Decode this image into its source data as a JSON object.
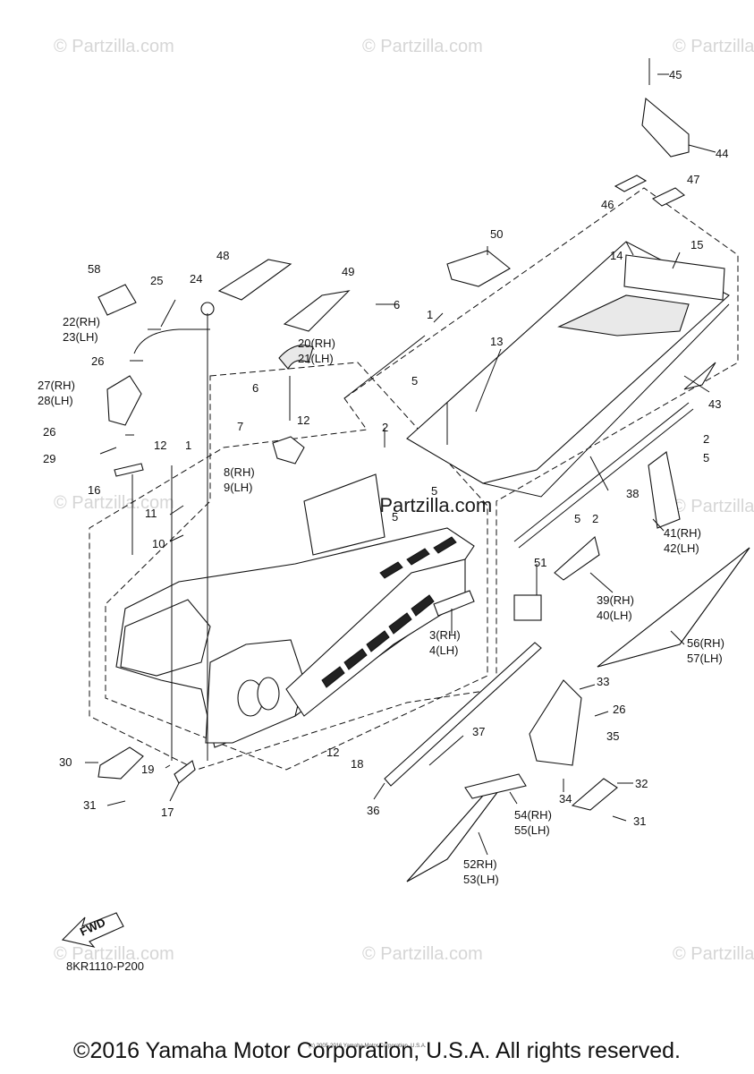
{
  "diagram_code": "8KR1110-P200",
  "copyright": "©2016 Yamaha Motor Corporation, U.S.A. All rights reserved.",
  "fine_print": "(c) 2005-2016 Yamaha Motor Corporation, U.S.A.",
  "watermark": "© Partzilla.com",
  "center_watermark": "© Partzilla.com",
  "fwd_label": "FWD",
  "callouts": [
    {
      "id": "c45",
      "text": "45"
    },
    {
      "id": "c44",
      "text": "44"
    },
    {
      "id": "c46",
      "text": "46"
    },
    {
      "id": "c47",
      "text": "47"
    },
    {
      "id": "c50",
      "text": "50"
    },
    {
      "id": "c14",
      "text": "14"
    },
    {
      "id": "c15",
      "text": "15"
    },
    {
      "id": "c48",
      "text": "48"
    },
    {
      "id": "c49",
      "text": "49"
    },
    {
      "id": "c58",
      "text": "58"
    },
    {
      "id": "c25",
      "text": "25"
    },
    {
      "id": "c24",
      "text": "24"
    },
    {
      "id": "c6a",
      "text": "6"
    },
    {
      "id": "c1a",
      "text": "1"
    },
    {
      "id": "c13",
      "text": "13"
    },
    {
      "id": "c22",
      "text": "22(RH)"
    },
    {
      "id": "c23",
      "text": "23(LH)"
    },
    {
      "id": "c20",
      "text": "20(RH)"
    },
    {
      "id": "c21",
      "text": "21(LH)"
    },
    {
      "id": "c26a",
      "text": "26"
    },
    {
      "id": "c5a",
      "text": "5"
    },
    {
      "id": "c43",
      "text": "43"
    },
    {
      "id": "c27",
      "text": "27(RH)"
    },
    {
      "id": "c28",
      "text": "28(LH)"
    },
    {
      "id": "c6b",
      "text": "6"
    },
    {
      "id": "c7",
      "text": "7"
    },
    {
      "id": "c12a",
      "text": "12"
    },
    {
      "id": "c2a",
      "text": "2"
    },
    {
      "id": "c26b",
      "text": "26"
    },
    {
      "id": "c29",
      "text": "29"
    },
    {
      "id": "c12b",
      "text": "12"
    },
    {
      "id": "c1b",
      "text": "1"
    },
    {
      "id": "c2b",
      "text": "2"
    },
    {
      "id": "c5b",
      "text": "5"
    },
    {
      "id": "c8",
      "text": "8(RH)"
    },
    {
      "id": "c9",
      "text": "9(LH)"
    },
    {
      "id": "c16",
      "text": "16"
    },
    {
      "id": "c5c",
      "text": "5"
    },
    {
      "id": "c38",
      "text": "38"
    },
    {
      "id": "c11",
      "text": "11"
    },
    {
      "id": "c5d",
      "text": "5"
    },
    {
      "id": "c5e",
      "text": "5"
    },
    {
      "id": "c2c",
      "text": "2"
    },
    {
      "id": "c41",
      "text": "41(RH)"
    },
    {
      "id": "c42",
      "text": "42(LH)"
    },
    {
      "id": "c10",
      "text": "10"
    },
    {
      "id": "c51",
      "text": "51"
    },
    {
      "id": "c39",
      "text": "39(RH)"
    },
    {
      "id": "c40",
      "text": "40(LH)"
    },
    {
      "id": "c3",
      "text": "3(RH)"
    },
    {
      "id": "c4",
      "text": "4(LH)"
    },
    {
      "id": "c56",
      "text": "56(RH)"
    },
    {
      "id": "c57",
      "text": "57(LH)"
    },
    {
      "id": "c33",
      "text": "33"
    },
    {
      "id": "c26c",
      "text": "26"
    },
    {
      "id": "c35",
      "text": "35"
    },
    {
      "id": "c37",
      "text": "37"
    },
    {
      "id": "c12c",
      "text": "12"
    },
    {
      "id": "c30",
      "text": "30"
    },
    {
      "id": "c19",
      "text": "19"
    },
    {
      "id": "c18",
      "text": "18"
    },
    {
      "id": "c32",
      "text": "32"
    },
    {
      "id": "c34",
      "text": "34"
    },
    {
      "id": "c31a",
      "text": "31"
    },
    {
      "id": "c17",
      "text": "17"
    },
    {
      "id": "c36",
      "text": "36"
    },
    {
      "id": "c54",
      "text": "54(RH)"
    },
    {
      "id": "c55",
      "text": "55(LH)"
    },
    {
      "id": "c31b",
      "text": "31"
    },
    {
      "id": "c52",
      "text": "52RH)"
    },
    {
      "id": "c53",
      "text": "53(LH)"
    }
  ]
}
